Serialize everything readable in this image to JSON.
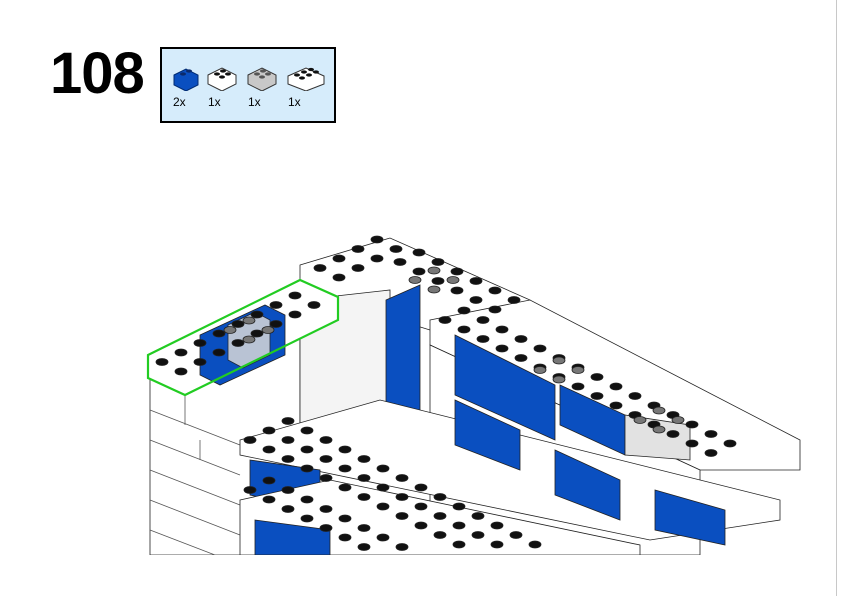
{
  "step": {
    "number": "108"
  },
  "parts_list": [
    {
      "name": "brick-1x2",
      "color": "#0a4fc0",
      "quantity": "2x"
    },
    {
      "name": "brick-2x2",
      "color": "#ffffff",
      "quantity": "1x"
    },
    {
      "name": "brick-2x2-trans-clear",
      "color": "#c8c8c8",
      "quantity": "1x"
    },
    {
      "name": "brick-2x3",
      "color": "#ffffff",
      "quantity": "1x"
    }
  ],
  "colors": {
    "blue": "#0a4fc0",
    "white": "#ffffff",
    "highlight": "#22cc22",
    "panel": "#d6ecfb"
  }
}
